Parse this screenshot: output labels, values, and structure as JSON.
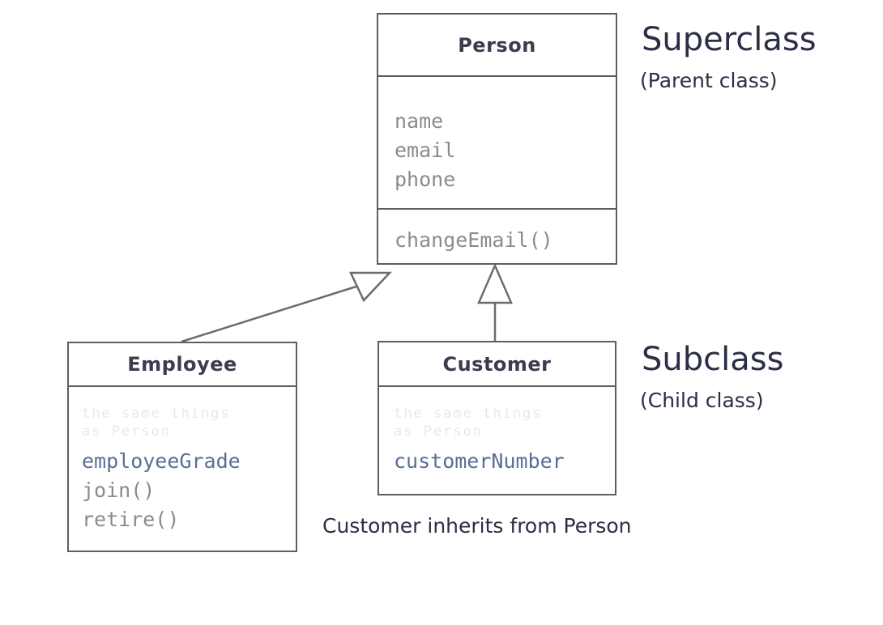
{
  "person": {
    "name": "Person",
    "attributes": [
      "name",
      "email",
      "phone"
    ],
    "methods": [
      "changeEmail()"
    ]
  },
  "employee": {
    "name": "Employee",
    "inherited_note": [
      "the same things",
      "as Person"
    ],
    "attributes": [
      "employeeGrade"
    ],
    "methods": [
      "join()",
      "retire()"
    ]
  },
  "customer": {
    "name": "Customer",
    "inherited_note": [
      "the same things",
      "as Person"
    ],
    "attributes": [
      "customerNumber"
    ]
  },
  "labels": {
    "superclass": "Superclass",
    "superclass_sub": "(Parent class)",
    "subclass": "Subclass",
    "subclass_sub": "(Child class)",
    "caption": "Customer inherits from Person"
  },
  "colors": {
    "border": "#5c5e63",
    "text": "#2b2e45",
    "member_text": "#8a8b90",
    "subclass_attribute": "#5a6d94"
  }
}
